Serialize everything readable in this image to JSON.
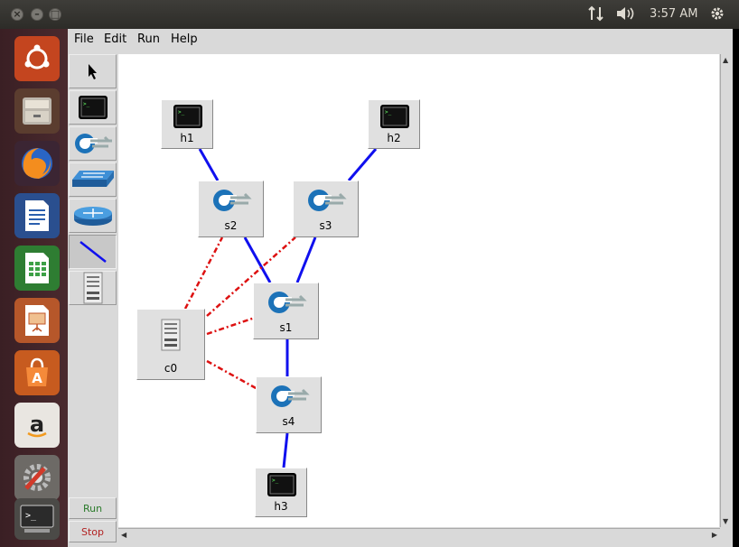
{
  "topbar": {
    "window_buttons": [
      "close",
      "minimize",
      "maximize"
    ],
    "time": "3:57 AM",
    "icons": [
      "network-transfer-icon",
      "volume-icon",
      "settings-gear-icon"
    ]
  },
  "launcher": {
    "items": [
      "ubuntu-dash",
      "files",
      "firefox",
      "libreoffice-writer",
      "libreoffice-calc",
      "libreoffice-impress",
      "ubuntu-software-center",
      "amazon",
      "system-settings",
      "terminal"
    ]
  },
  "menubar": {
    "items": [
      "File",
      "Edit",
      "Run",
      "Help"
    ]
  },
  "toolbar": {
    "tools": [
      "select",
      "host",
      "switch",
      "legacy-switch",
      "legacy-router",
      "netlink",
      "controller"
    ],
    "run_label": "Run",
    "stop_label": "Stop"
  },
  "topology": {
    "hosts": [
      {
        "label": "h1"
      },
      {
        "label": "h2"
      },
      {
        "label": "h3"
      }
    ],
    "switches": [
      {
        "label": "s1"
      },
      {
        "label": "s2"
      },
      {
        "label": "s3"
      },
      {
        "label": "s4"
      }
    ],
    "controllers": [
      {
        "label": "c0"
      }
    ],
    "data_links": [
      [
        "h1",
        "s2"
      ],
      [
        "h2",
        "s3"
      ],
      [
        "s2",
        "s1"
      ],
      [
        "s3",
        "s1"
      ],
      [
        "s1",
        "s4"
      ],
      [
        "s4",
        "h3"
      ]
    ],
    "control_links": [
      [
        "c0",
        "s2"
      ],
      [
        "c0",
        "s3"
      ],
      [
        "c0",
        "s1"
      ],
      [
        "c0",
        "s4"
      ]
    ]
  },
  "colors": {
    "data_link": "#1010ee",
    "control_link": "#dd1111",
    "accent_run": "#2a7a2a",
    "accent_stop": "#b22222"
  }
}
